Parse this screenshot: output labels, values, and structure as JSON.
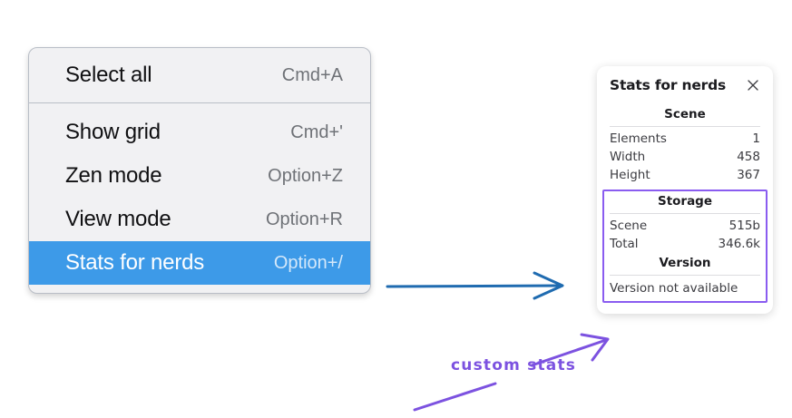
{
  "canvas": {
    "background": "#ffffff",
    "accent_blue": "#3d9ae8",
    "accent_purple": "#7c52e0"
  },
  "context_menu": {
    "groups": [
      {
        "items": [
          {
            "label": "Select all",
            "shortcut": "Cmd+A",
            "selected": false
          }
        ]
      },
      {
        "items": [
          {
            "label": "Show grid",
            "shortcut": "Cmd+'",
            "selected": false
          },
          {
            "label": "Zen mode",
            "shortcut": "Option+Z",
            "selected": false
          },
          {
            "label": "View mode",
            "shortcut": "Option+R",
            "selected": false
          },
          {
            "label": "Stats for nerds",
            "shortcut": "Option+/",
            "selected": true
          }
        ]
      }
    ]
  },
  "stats_panel": {
    "title": "Stats for nerds",
    "close_icon": "close-icon",
    "sections": [
      {
        "header": "Scene",
        "rows": [
          {
            "key": "Elements",
            "value": "1"
          },
          {
            "key": "Width",
            "value": "458"
          },
          {
            "key": "Height",
            "value": "367"
          }
        ]
      },
      {
        "header": "Storage",
        "rows": [
          {
            "key": "Scene",
            "value": "515b"
          },
          {
            "key": "Total",
            "value": "346.6k"
          }
        ]
      },
      {
        "header": "Version",
        "note": "Version not available"
      }
    ]
  },
  "annotations": {
    "handwritten_label": "custom stats",
    "blue_arrow": "arrow-right-icon",
    "purple_arrow": "arrow-up-right-icon",
    "purple_stroke": "diagonal-stroke-icon"
  }
}
